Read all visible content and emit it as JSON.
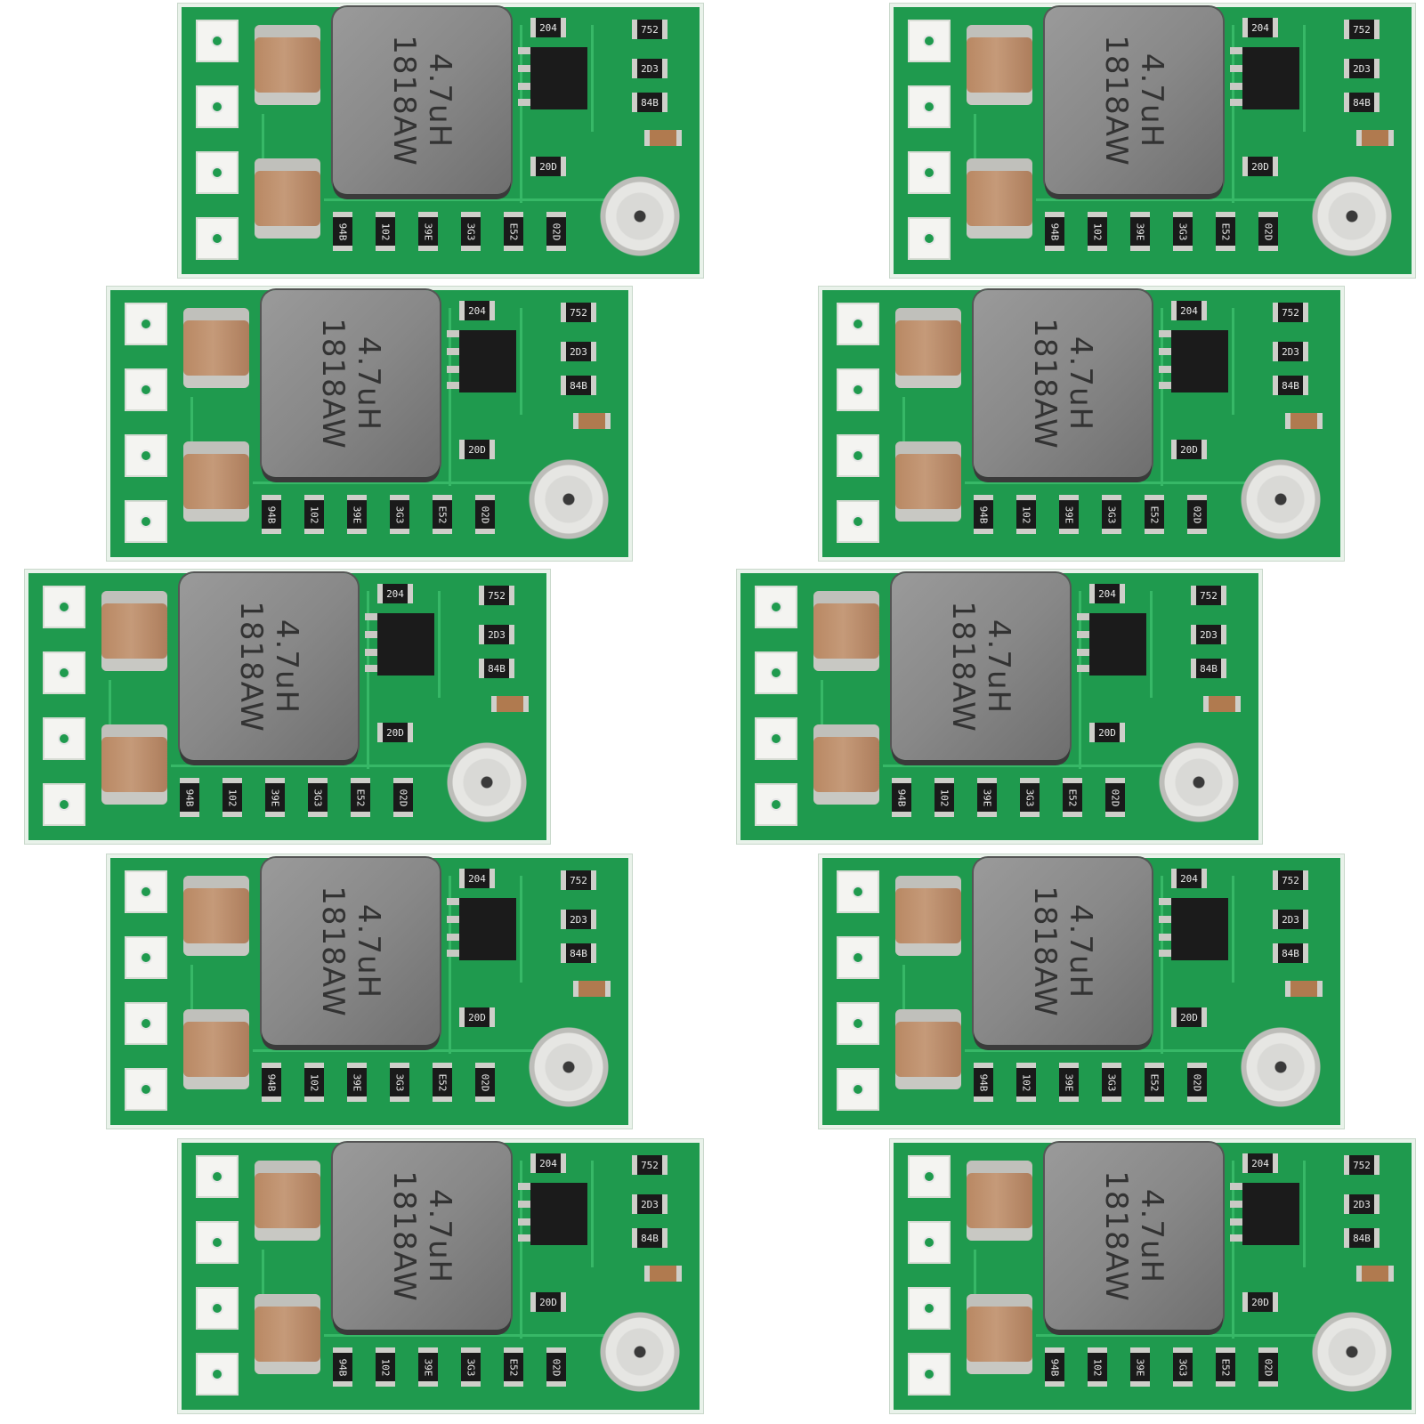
{
  "image": {
    "description_counts": {
      "boards": 10
    },
    "boards": [
      {
        "inductor_value": "4.7uH",
        "inductor_code": "1818AW",
        "resistors": [
          "204",
          "752",
          "2D3",
          "84B",
          "20D",
          "94B",
          "102",
          "39E",
          "3G3",
          "E52",
          "02D"
        ]
      },
      {
        "inductor_value": "4.7uH",
        "inductor_code": "1818AW",
        "resistors": [
          "204",
          "752",
          "2D3",
          "84B",
          "20D",
          "94B",
          "102",
          "39E",
          "3G3",
          "E52",
          "02D"
        ]
      },
      {
        "inductor_value": "4.7uH",
        "inductor_code": "1818AW",
        "resistors": [
          "204",
          "752",
          "2D3",
          "84B",
          "20D",
          "94B",
          "102",
          "39E",
          "3G3",
          "E52",
          "02D"
        ]
      },
      {
        "inductor_value": "4.7uH",
        "inductor_code": "1818AW",
        "resistors": [
          "204",
          "752",
          "2D3",
          "84B",
          "20D",
          "94B",
          "102",
          "39E",
          "3G3",
          "E52",
          "02D"
        ]
      },
      {
        "inductor_value": "4.7uH",
        "inductor_code": "1818AW",
        "resistors": [
          "204",
          "752",
          "2D3",
          "84B",
          "20D",
          "94B",
          "102",
          "39E",
          "3G3",
          "E52",
          "02D"
        ]
      },
      {
        "inductor_value": "4.7uH",
        "inductor_code": "1818AW",
        "resistors": [
          "204",
          "752",
          "2D3",
          "84B",
          "20D",
          "94B",
          "102",
          "39E",
          "3G3",
          "E52",
          "02D"
        ]
      },
      {
        "inductor_value": "4.7uH",
        "inductor_code": "1818AW",
        "resistors": [
          "204",
          "752",
          "2D3",
          "84B",
          "20D",
          "94B",
          "102",
          "39E",
          "3G3",
          "E52",
          "02D"
        ]
      },
      {
        "inductor_value": "4.7uH",
        "inductor_code": "1818AW",
        "resistors": [
          "204",
          "752",
          "2D3",
          "84B",
          "20D",
          "94B",
          "102",
          "39E",
          "3G3",
          "E52",
          "02D"
        ]
      },
      {
        "inductor_value": "4.7uH",
        "inductor_code": "1818AW",
        "resistors": [
          "204",
          "752",
          "2D3",
          "84B",
          "20D",
          "94B",
          "102",
          "39E",
          "3G3",
          "E52",
          "02D"
        ]
      },
      {
        "inductor_value": "4.7uH",
        "inductor_code": "1818AW",
        "resistors": [
          "204",
          "752",
          "2D3",
          "84B",
          "20D",
          "94B",
          "102",
          "39E",
          "3G3",
          "E52",
          "02D"
        ]
      }
    ]
  },
  "colors": {
    "pcb_green": "#1f9a4e",
    "inductor_gray": "#8c8c8c",
    "capacitor_tan": "#c09574",
    "background": "#ffffff"
  }
}
